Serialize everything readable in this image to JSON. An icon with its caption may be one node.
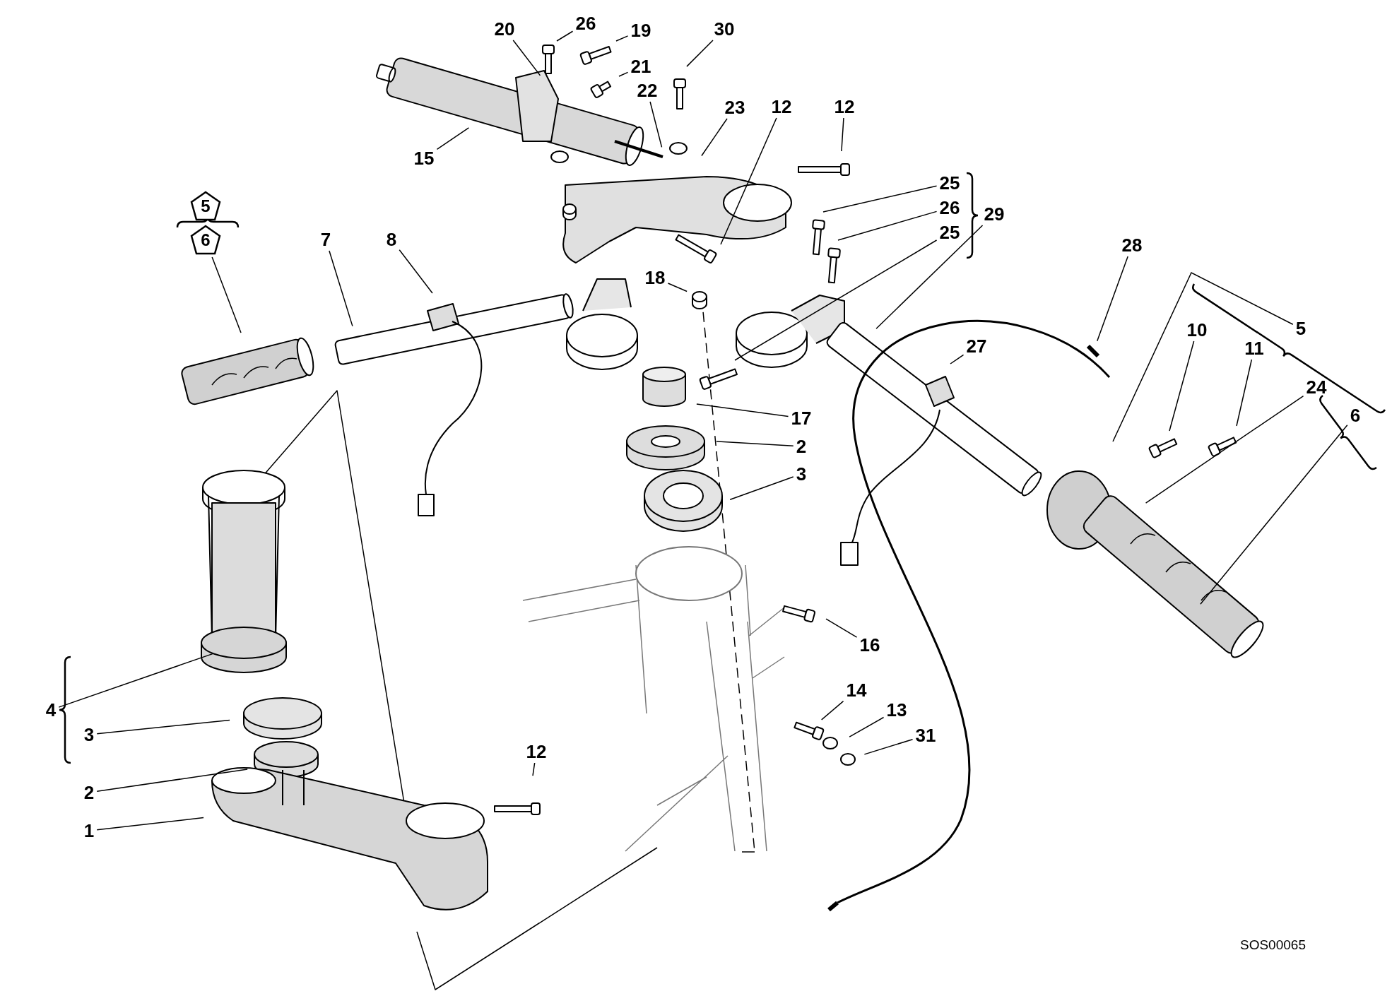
{
  "diagram": {
    "nodes": [
      {
        "text": [
          "20"
        ]
      },
      {
        "text": [
          "26"
        ]
      },
      {
        "text": [
          "19"
        ]
      },
      {
        "text": [
          "30"
        ]
      },
      {
        "text": [
          "21"
        ]
      },
      {
        "text": [
          "22"
        ]
      },
      {
        "text": [
          "23"
        ]
      },
      {
        "text": [
          "12"
        ]
      },
      {
        "text": [
          "12"
        ]
      },
      {
        "text": [
          "15"
        ]
      },
      {
        "text": [
          "25"
        ]
      },
      {
        "text": [
          "26"
        ]
      },
      {
        "text": [
          "25"
        ]
      },
      {
        "text": [
          "29"
        ]
      },
      {
        "text": [
          "5"
        ]
      },
      {
        "text": [
          "6"
        ]
      },
      {
        "text": [
          "7"
        ]
      },
      {
        "text": [
          "8"
        ]
      },
      {
        "text": [
          "18"
        ]
      },
      {
        "text": [
          "28"
        ]
      },
      {
        "text": [
          "5"
        ]
      },
      {
        "text": [
          "10"
        ]
      },
      {
        "text": [
          "11"
        ]
      },
      {
        "text": [
          "27"
        ]
      },
      {
        "text": [
          "6"
        ]
      },
      {
        "text": [
          "24"
        ]
      },
      {
        "text": [
          "17"
        ]
      },
      {
        "text": [
          "2"
        ]
      },
      {
        "text": [
          "3"
        ]
      },
      {
        "text": [
          "16"
        ]
      },
      {
        "text": [
          "14"
        ]
      },
      {
        "text": [
          "4"
        ]
      },
      {
        "text": [
          "3"
        ]
      },
      {
        "text": [
          "13"
        ]
      },
      {
        "text": [
          "31"
        ]
      },
      {
        "text": [
          "12"
        ]
      },
      {
        "text": [
          "2"
        ]
      },
      {
        "text": [
          "1"
        ]
      }
    ],
    "edges": [
      {
        "from": 0,
        "to": null,
        "arrow": "none"
      },
      {
        "from": 1,
        "to": null,
        "arrow": "none"
      },
      {
        "from": 2,
        "to": null,
        "arrow": "none"
      },
      {
        "from": 3,
        "to": null,
        "arrow": "none"
      },
      {
        "from": 4,
        "to": null,
        "arrow": "none"
      },
      {
        "from": 5,
        "to": null,
        "arrow": "none"
      },
      {
        "from": 6,
        "to": null,
        "arrow": "none"
      },
      {
        "from": 7,
        "to": null,
        "arrow": "none"
      },
      {
        "from": 8,
        "to": null,
        "arrow": "none"
      },
      {
        "from": 9,
        "to": null,
        "arrow": "none"
      },
      {
        "from": 10,
        "to": null,
        "arrow": "none"
      },
      {
        "from": 11,
        "to": null,
        "arrow": "none"
      },
      {
        "from": 12,
        "to": null,
        "arrow": "none"
      },
      {
        "from": 13,
        "to": null,
        "arrow": "none"
      },
      {
        "from": 15,
        "to": null,
        "arrow": "none"
      },
      {
        "from": 16,
        "to": null,
        "arrow": "none"
      },
      {
        "from": 17,
        "to": null,
        "arrow": "none"
      },
      {
        "from": 18,
        "to": null,
        "arrow": "none"
      },
      {
        "from": 19,
        "to": null,
        "arrow": "none"
      },
      {
        "from": 20,
        "to": null,
        "arrow": "none"
      },
      {
        "from": 21,
        "to": null,
        "arrow": "none"
      },
      {
        "from": 22,
        "to": null,
        "arrow": "none"
      },
      {
        "from": 23,
        "to": null,
        "arrow": "none"
      },
      {
        "from": 24,
        "to": null,
        "arrow": "none"
      },
      {
        "from": 25,
        "to": null,
        "arrow": "none"
      },
      {
        "from": 26,
        "to": null,
        "arrow": "none"
      },
      {
        "from": 27,
        "to": null,
        "arrow": "none"
      },
      {
        "from": 28,
        "to": null,
        "arrow": "none"
      },
      {
        "from": 29,
        "to": null,
        "arrow": "none"
      },
      {
        "from": 30,
        "to": null,
        "arrow": "none"
      },
      {
        "from": 31,
        "to": null,
        "arrow": "none"
      },
      {
        "from": 32,
        "to": null,
        "arrow": "none"
      },
      {
        "from": 33,
        "to": null,
        "arrow": "none"
      },
      {
        "from": 34,
        "to": null,
        "arrow": "none"
      },
      {
        "from": 35,
        "to": null,
        "arrow": "none"
      },
      {
        "from": 36,
        "to": null,
        "arrow": "none"
      },
      {
        "from": 37,
        "to": null,
        "arrow": "none"
      }
    ],
    "labels": [
      "SOS00065"
    ]
  }
}
